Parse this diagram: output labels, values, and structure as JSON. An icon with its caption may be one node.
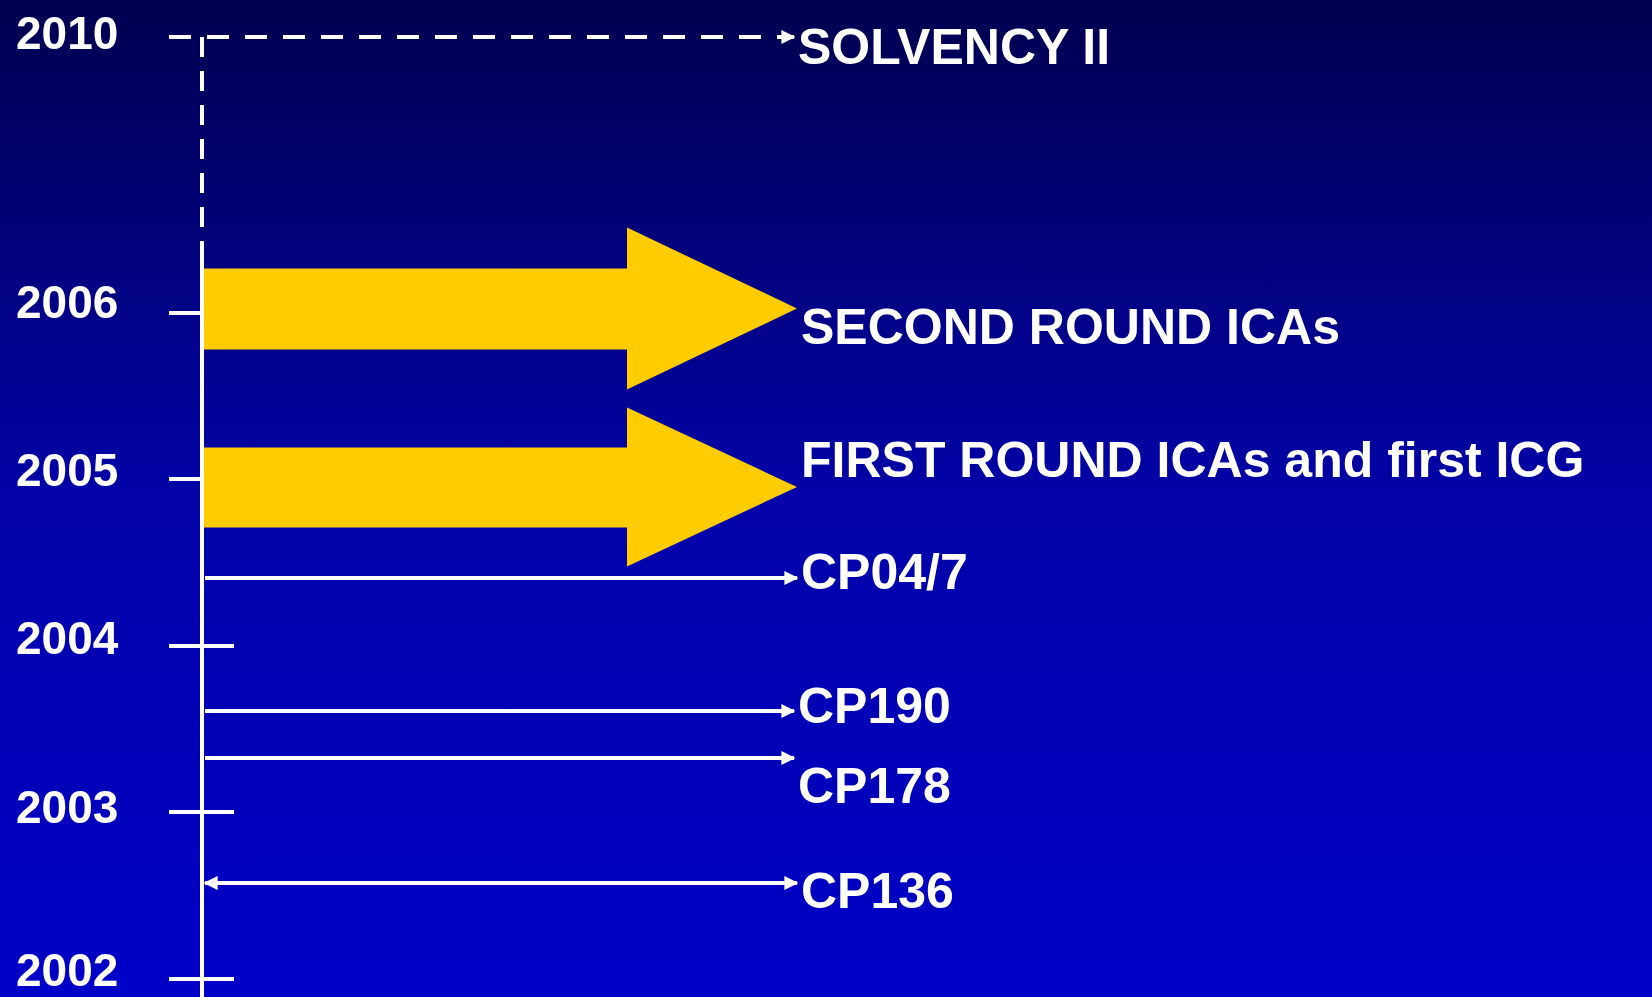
{
  "diagram": {
    "nodes": [
      {
        "text": [
          "SOLVENCY II"
        ]
      },
      {
        "text": [
          "SECOND ROUND ICAs"
        ]
      },
      {
        "text": [
          "FIRST ROUND ICAs and first ICG"
        ]
      },
      {
        "text": [
          "CP04/7"
        ]
      },
      {
        "text": [
          "CP190"
        ]
      },
      {
        "text": [
          "CP178"
        ]
      },
      {
        "text": [
          "CP136"
        ]
      }
    ],
    "edges": [
      {
        "from": null,
        "to": 0,
        "arrow": "to",
        "style": "dashed"
      },
      {
        "from": null,
        "to": 1,
        "arrow": "to",
        "style": "thick",
        "color": "#ffcc00"
      },
      {
        "from": null,
        "to": 2,
        "arrow": "to",
        "style": "thick",
        "color": "#ffcc00"
      },
      {
        "from": null,
        "to": 3,
        "arrow": "to"
      },
      {
        "from": null,
        "to": 4,
        "arrow": "to"
      },
      {
        "from": null,
        "to": 5,
        "arrow": "to"
      },
      {
        "from": null,
        "to": 6,
        "arrow": "both"
      }
    ],
    "labels": [
      "2010",
      "2006",
      "2005",
      "2004",
      "2003",
      "2002"
    ]
  }
}
